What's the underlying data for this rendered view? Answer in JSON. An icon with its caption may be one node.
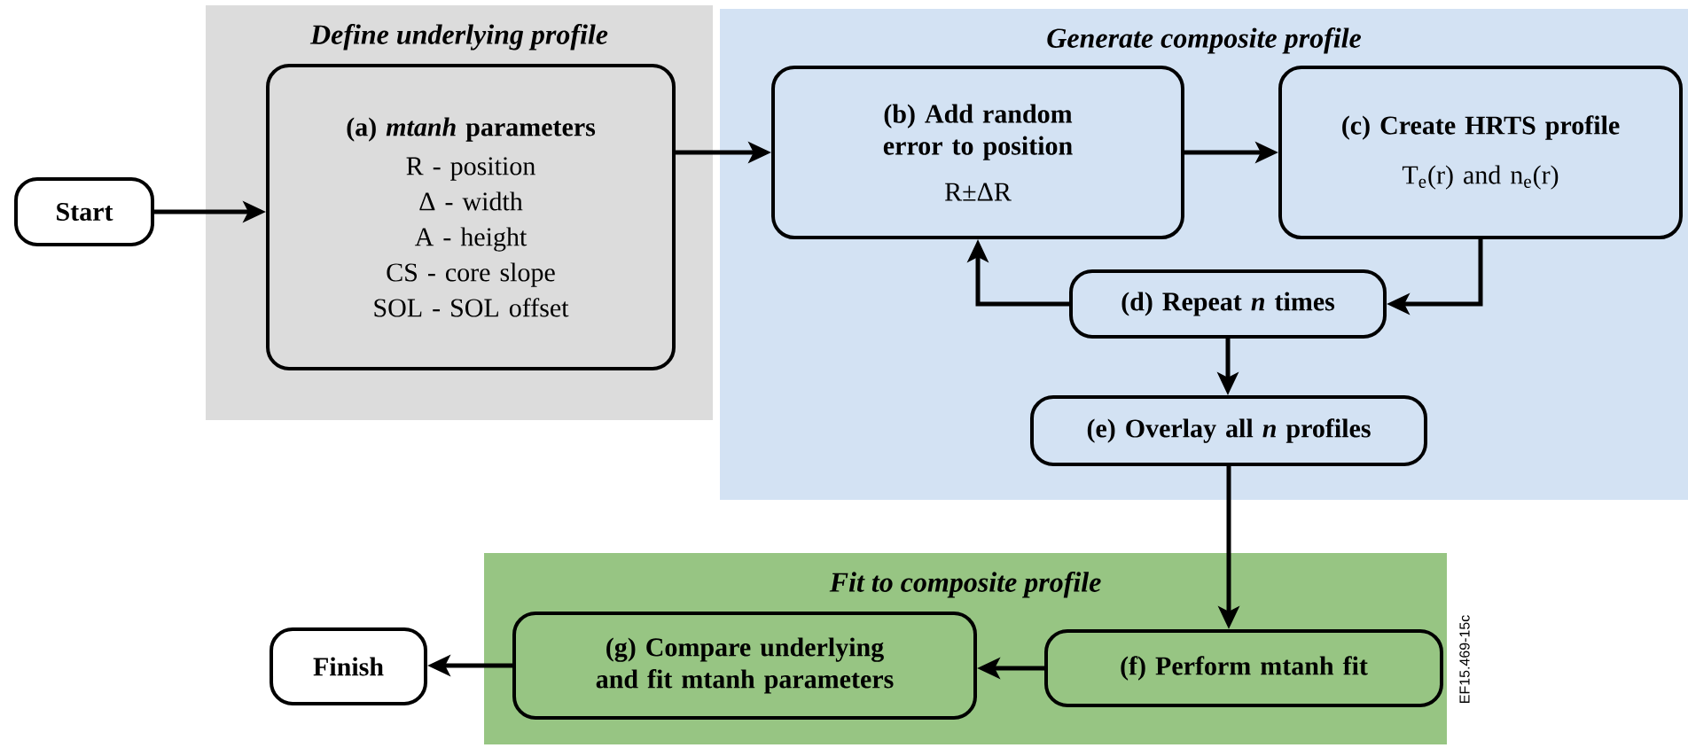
{
  "diagram": {
    "nodes": [
      {
        "text": [
          "Start"
        ]
      },
      {
        "text": [
          "Define underlying profile"
        ]
      },
      {
        "text": [
          "(a) *mtanh* parameters",
          "R - position",
          "Δ - width",
          "A - height",
          "CS - core slope",
          "SOL - SOL offset"
        ],
        "in": 1
      },
      {
        "text": [
          "Generate composite profile"
        ]
      },
      {
        "text": [
          "(b) Add random error to position",
          "R±ΔR"
        ],
        "in": 3
      },
      {
        "text": [
          "(c) Create HRTS profile",
          "T$_{e}$(r) and n$_{e}$(r)"
        ],
        "in": 3
      },
      {
        "text": [
          "(d) Repeat *n* times"
        ],
        "in": 3
      },
      {
        "text": [
          "(e) Overlay all *n* profiles"
        ],
        "in": 3
      },
      {
        "text": [
          "Fit to composite profile"
        ]
      },
      {
        "text": [
          "(g) Compare underlying and fit mtanh parameters"
        ],
        "in": 8
      },
      {
        "text": [
          "(f) Perform mtanh fit"
        ],
        "in": 8
      },
      {
        "text": [
          "Finish"
        ]
      }
    ],
    "edges": [
      {
        "from": 0,
        "to": 2,
        "arrow": "to"
      },
      {
        "from": 2,
        "to": 4,
        "arrow": "to"
      },
      {
        "from": 4,
        "to": 5,
        "arrow": "to"
      },
      {
        "from": 5,
        "to": 6,
        "arrow": "to"
      },
      {
        "from": 6,
        "to": 4,
        "arrow": "to"
      },
      {
        "from": 6,
        "to": 7,
        "arrow": "to"
      },
      {
        "from": 7,
        "to": 10,
        "arrow": "to"
      },
      {
        "from": 10,
        "to": 9,
        "arrow": "to"
      },
      {
        "from": 9,
        "to": 11,
        "arrow": "to"
      }
    ],
    "labels": [
      "EF15.469-15c"
    ]
  }
}
